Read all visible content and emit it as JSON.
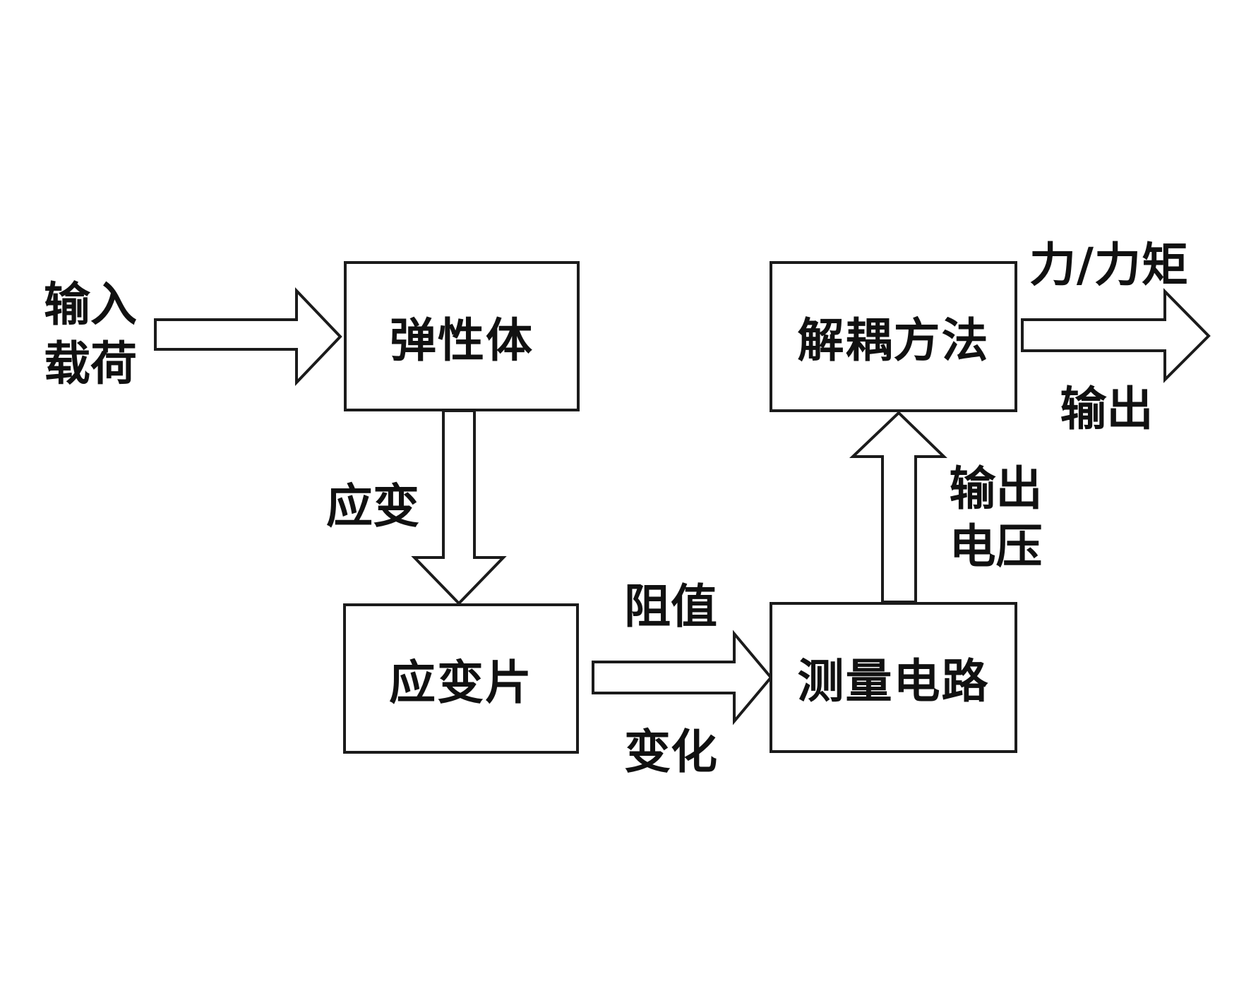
{
  "diagram": {
    "title_implicit": "力/力矩传感器测量原理框图",
    "background_color": "#ffffff",
    "stroke_color": "#1b1b1b",
    "text_color": "#111111",
    "boxes": [
      {
        "id": "elastic-body",
        "label": "弹性体"
      },
      {
        "id": "strain-gauge",
        "label": "应变片"
      },
      {
        "id": "decoupling-method",
        "label": "解耦方法"
      },
      {
        "id": "measuring-circuit",
        "label": "测量电路"
      }
    ],
    "labels": {
      "input_load_line1": "输入",
      "input_load_line2": "载荷",
      "strain": "应变",
      "resistance": "阻值",
      "change": "变化",
      "output_voltage_line1": "输出",
      "output_voltage_line2": "电压",
      "force_torque": "力/力矩",
      "output": "输出"
    },
    "arrows": [
      {
        "id": "input-load-arrow",
        "direction": "right",
        "from": "输入载荷",
        "to": "弹性体"
      },
      {
        "id": "strain-down-arrow",
        "direction": "down",
        "from": "弹性体",
        "to": "应变片",
        "label": "应变"
      },
      {
        "id": "resistance-right-arrow",
        "direction": "right",
        "from": "应变片",
        "to": "测量电路",
        "label": "阻值变化"
      },
      {
        "id": "output-voltage-up-arrow",
        "direction": "up",
        "from": "测量电路",
        "to": "解耦方法",
        "label": "输出电压"
      },
      {
        "id": "force-output-arrow",
        "direction": "right",
        "from": "解耦方法",
        "to": "力/力矩输出"
      }
    ]
  }
}
